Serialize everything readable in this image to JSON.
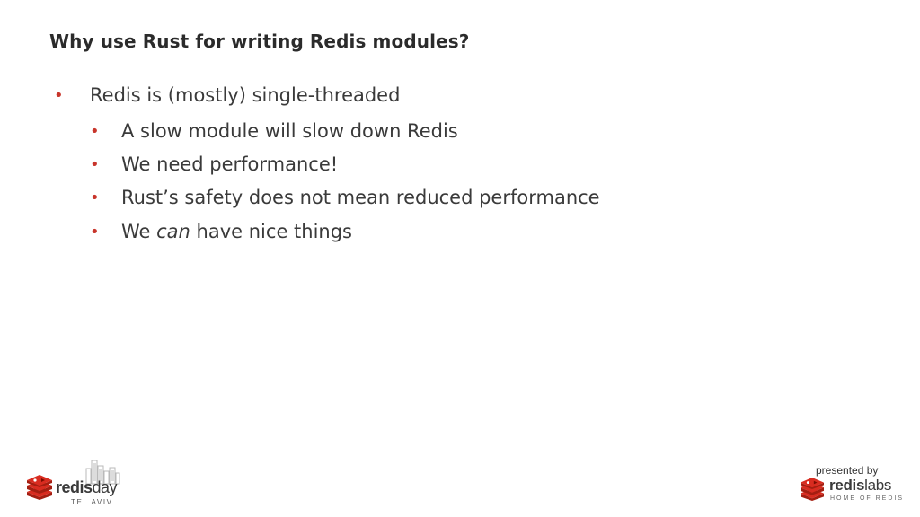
{
  "slide": {
    "title": "Why use Rust for writing Redis modules?",
    "bullet_glyph": "•",
    "bullets": [
      {
        "level": 1,
        "text": "Redis is (mostly) single-threaded"
      },
      {
        "level": 2,
        "text": "A slow module will slow down Redis"
      },
      {
        "level": 2,
        "text": "We need performance!"
      },
      {
        "level": 2,
        "text": "Rust’s safety does not mean reduced performance"
      },
      {
        "level": 2,
        "text_before": "We ",
        "text_emphasis": "can",
        "text_after": " have nice things"
      }
    ]
  },
  "footer": {
    "left_logo": {
      "wordmark_bold": "redis",
      "wordmark_light": "day",
      "subtitle": "TEL AVIV",
      "icon": "redis-cube-logo-icon"
    },
    "right_logo": {
      "presented_by": "presented by",
      "wordmark_bold": "redis",
      "wordmark_light": "labs",
      "tagline": "HOME OF REDIS",
      "icon": "redis-cube-logo-icon"
    }
  },
  "colors": {
    "accent_red": "#c8352b",
    "text": "#3a3a3a",
    "background": "#ffffff"
  }
}
